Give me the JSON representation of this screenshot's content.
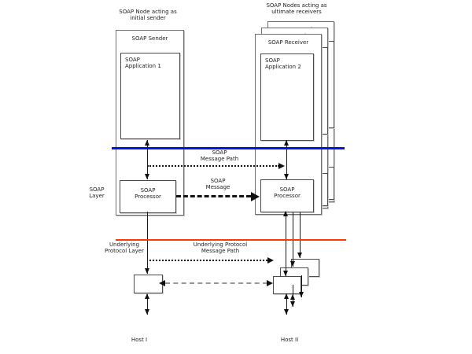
{
  "diagram": {
    "captions": {
      "left_node_line1": "SOAP Node acting as",
      "left_node_line2": "initial sender",
      "right_node_line1": "SOAP Nodes acting as",
      "right_node_line2": "ultimate receivers"
    },
    "boxes": {
      "sender_title": "SOAP Sender",
      "receiver_title": "SOAP Receiver",
      "app1_line1": "SOAP",
      "app1_line2": "Application 1",
      "app2_line1": "SOAP",
      "app2_line2": "Application 2",
      "processor_line1": "SOAP",
      "processor_line2": "Processor"
    },
    "layers": {
      "soap_layer_line1": "SOAP",
      "soap_layer_line2": "Layer",
      "underlying_layer_line1": "Underlying",
      "underlying_layer_line2": "Protocol Layer"
    },
    "arrows": {
      "soap_message_path_line1": "SOAP",
      "soap_message_path_line2": "Message Path",
      "soap_message_line1": "SOAP",
      "soap_message_line2": "Message",
      "underlying_path_line1": "Underlying Protocol",
      "underlying_path_line2": "Message Path"
    },
    "hosts": {
      "host1": "Host I",
      "host2": "Host II"
    },
    "colors": {
      "soap_layer_boundary": "#0010ee",
      "protocol_layer_boundary": "#ff3800",
      "box_border": "#6f6f6f",
      "arrow": "#101010",
      "dashed_gray": "#979797"
    }
  }
}
